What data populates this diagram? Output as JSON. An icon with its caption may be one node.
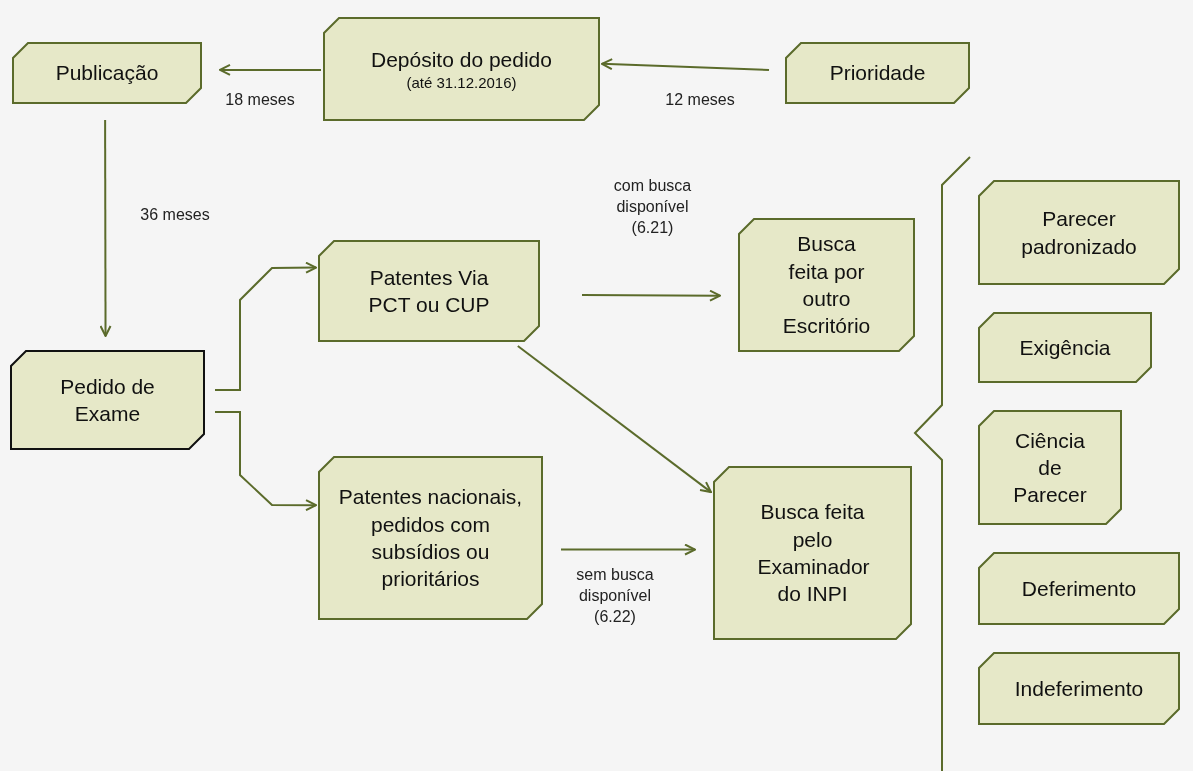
{
  "diagram": {
    "nodes": [
      {
        "text": [
          "Publicação"
        ]
      },
      {
        "text": [
          "Depósito do pedido",
          "(até 31.12.2016)"
        ]
      },
      {
        "text": [
          "Prioridade"
        ]
      },
      {
        "text": [
          "Pedido de Exame"
        ]
      },
      {
        "text": [
          "Patentes Via PCT ou CUP"
        ]
      },
      {
        "text": [
          "Busca feita por outro Escritório"
        ]
      },
      {
        "text": [
          "Patentes nacionais, pedidos com subsídios ou prioritários"
        ]
      },
      {
        "text": [
          "Busca feita pelo Examinador do INPI"
        ]
      },
      {
        "text": [
          "Parecer padronizado"
        ]
      },
      {
        "text": [
          "Exigência"
        ]
      },
      {
        "text": [
          "Ciência de Parecer"
        ]
      },
      {
        "text": [
          "Deferimento"
        ]
      },
      {
        "text": [
          "Indeferimento"
        ]
      }
    ],
    "edges": [
      {
        "from": 2,
        "to": 1,
        "arrow": "to",
        "label": "12 meses"
      },
      {
        "from": 1,
        "to": 0,
        "arrow": "to",
        "label": "18 meses"
      },
      {
        "from": 0,
        "to": 3,
        "arrow": "to",
        "label": "36 meses"
      },
      {
        "from": 3,
        "to": 4,
        "arrow": "to"
      },
      {
        "from": 3,
        "to": 6,
        "arrow": "to"
      },
      {
        "from": 4,
        "to": 5,
        "arrow": "to",
        "label": "com busca disponível (6.21)"
      },
      {
        "from": 4,
        "to": 7,
        "arrow": "to"
      },
      {
        "from": 6,
        "to": 7,
        "arrow": "to",
        "label": "sem busca disponível (6.22)"
      }
    ]
  }
}
